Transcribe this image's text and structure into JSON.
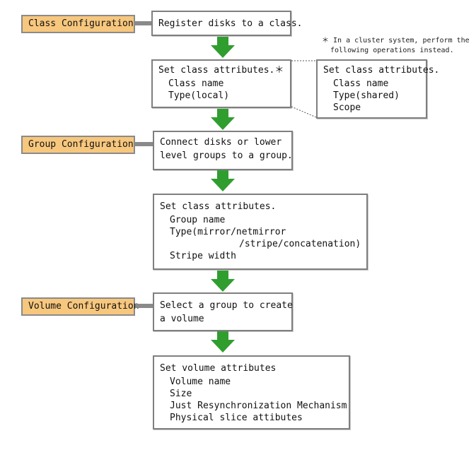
{
  "labels": {
    "class": "Class Configuration",
    "group": "Group Configuration",
    "volume": "Volume Configuration"
  },
  "boxes": {
    "register": {
      "lines": [
        "Register disks to a class."
      ]
    },
    "class_attrs": {
      "title": "Set class attributes.＊",
      "items": [
        "Class name",
        "Type(local)"
      ]
    },
    "cluster_attrs": {
      "title": "Set class attributes.",
      "items": [
        "Class name",
        "Type(shared)",
        "Scope"
      ]
    },
    "connect": {
      "lines": [
        "Connect disks or lower",
        "level groups to a group."
      ]
    },
    "group_attrs": {
      "title": "Set class attributes.",
      "items": [
        "Group name",
        "Type(mirror/netmirror",
        "/stripe/concatenation)",
        "Stripe width"
      ]
    },
    "select_group": {
      "lines": [
        "Select a group to create",
        "a volume"
      ]
    },
    "volume_attrs": {
      "title": "Set volume attributes",
      "items": [
        "Volume name",
        "Size",
        "Just Resynchronization Mechanism",
        "Physical slice attibutes"
      ]
    }
  },
  "note": {
    "line1": "＊ In a cluster system, perform the",
    "line2": "following operations instead."
  },
  "colors": {
    "label_fill": "#f7c77e",
    "arrow_green": "#2f9e2f",
    "border_gray": "#7f7f7f"
  },
  "icons": {
    "arrow": "down-arrow-icon"
  }
}
